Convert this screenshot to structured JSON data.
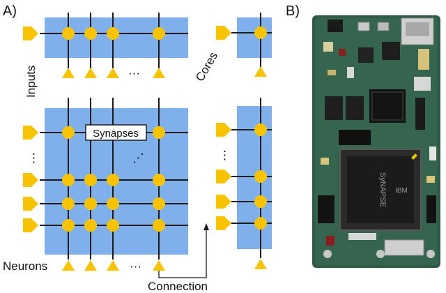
{
  "panel_a_label": "A)",
  "panel_b_label": "B)",
  "labels": {
    "inputs": "Inputs",
    "cores": "Cores",
    "synapses": "Synapses",
    "neurons": "Neurons",
    "connection": "Connection",
    "ellipsis_h": "···",
    "ellipsis_v": "⋮",
    "ellipsis_diag": "⋰"
  },
  "board": {
    "chip_brand": "IBM",
    "chip_name": "SyNAPSE"
  },
  "colors": {
    "core_fill": "#7fb0ec",
    "node_fill": "#f8c300",
    "wire": "#1a1a1a",
    "pcb_green": "#2f5b46",
    "chip_dark": "#1b1b1b"
  }
}
